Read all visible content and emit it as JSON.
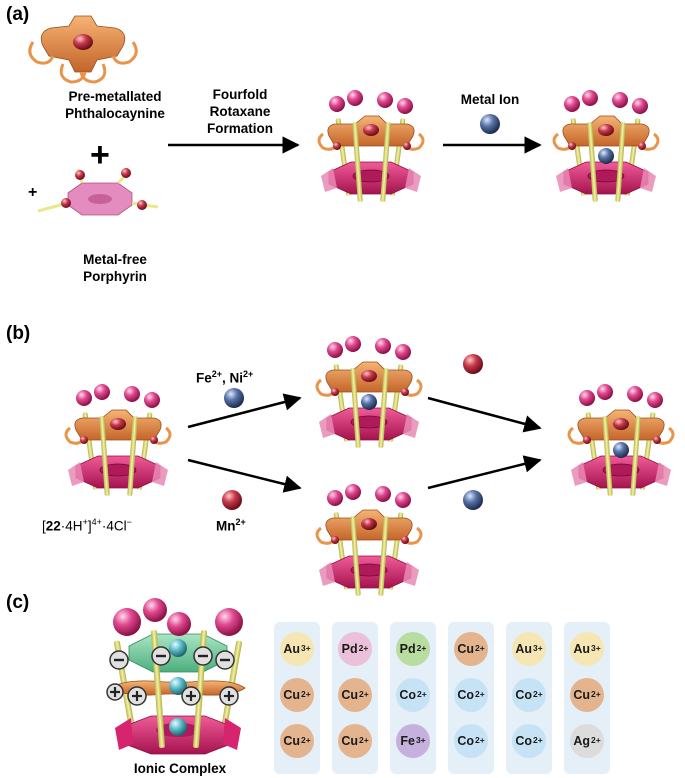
{
  "panels": {
    "a": {
      "label": "(a)",
      "phthalocyanine_label_line1": "Pre-metallated",
      "phthalocyanine_label_line2": "Phthalocaynine",
      "plus": "+",
      "porphyrin_charge": "+",
      "porphyrin_label_line1": "Metal-free",
      "porphyrin_label_line2": "Porphyrin",
      "step1_line1": "Fourfold",
      "step1_line2": "Rotaxane",
      "step1_line3": "Formation",
      "step2": "Metal Ion"
    },
    "b": {
      "label": "(b)",
      "start_compound_pre": "[",
      "start_compound_num": "22",
      "start_compound_mid": "·4H",
      "start_compound_sup1": "+",
      "start_compound_close": "]",
      "start_compound_sup2": "4+",
      "start_compound_post": "·4Cl",
      "start_compound_sup3": "−",
      "upper_ions_a": "Fe",
      "upper_ions_a_sup": "2+",
      "upper_ions_sep": ", Ni",
      "upper_ions_b_sup": "2+",
      "lower_ion": "Mn",
      "lower_ion_sup": "2+"
    },
    "c": {
      "label": "(c)",
      "ionic_label": "Ionic Complex",
      "columns": [
        [
          {
            "el": "Au",
            "ch": "3+",
            "color": "#f6e6b4"
          },
          {
            "el": "Cu",
            "ch": "2+",
            "color": "#e3b48e"
          },
          {
            "el": "Cu",
            "ch": "2+",
            "color": "#e3b48e"
          }
        ],
        [
          {
            "el": "Pd",
            "ch": "2+",
            "color": "#eac1d8"
          },
          {
            "el": "Cu",
            "ch": "2+",
            "color": "#e3b48e"
          },
          {
            "el": "Cu",
            "ch": "2+",
            "color": "#e3b48e"
          }
        ],
        [
          {
            "el": "Pd",
            "ch": "2+",
            "color": "#b9dca1"
          },
          {
            "el": "Co",
            "ch": "2+",
            "color": "#c6e2f5"
          },
          {
            "el": "Fe",
            "ch": "3+",
            "color": "#c6b1de"
          }
        ],
        [
          {
            "el": "Cu",
            "ch": "2+",
            "color": "#e3b48e"
          },
          {
            "el": "Co",
            "ch": "2+",
            "color": "#c6e2f5"
          },
          {
            "el": "Co",
            "ch": "2+",
            "color": "#c6e2f5"
          }
        ],
        [
          {
            "el": "Au",
            "ch": "3+",
            "color": "#f6e6b4"
          },
          {
            "el": "Co",
            "ch": "2+",
            "color": "#c6e2f5"
          },
          {
            "el": "Co",
            "ch": "2+",
            "color": "#c6e2f5"
          }
        ],
        [
          {
            "el": "Au",
            "ch": "3+",
            "color": "#f6e6b4"
          },
          {
            "el": "Cu",
            "ch": "2+",
            "color": "#e3b48e"
          },
          {
            "el": "Ag",
            "ch": "2+",
            "color": "#dcdcdc"
          }
        ]
      ]
    }
  },
  "colors": {
    "ring_orange": "#e8944a",
    "porphyrin_magenta": "#d6246e",
    "pink_ball": "#e0478f",
    "red_ball": "#c7384a",
    "blue_ion": "#5873a6",
    "rod_yellow": "#e9e88a",
    "arrow": "#000000",
    "column_bg": "#e4eff8"
  }
}
